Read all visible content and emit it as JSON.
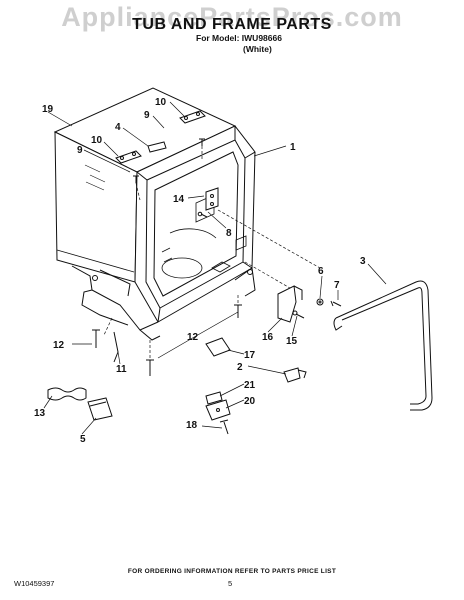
{
  "watermark": "AppliancePartsPros.com",
  "title": "TUB AND FRAME PARTS",
  "model_line": "For Model: IWU98666",
  "color_line": "(White)",
  "footer": "FOR ORDERING INFORMATION REFER TO PARTS PRICE LIST",
  "doc_number": "W10459397",
  "page_number": "5",
  "callouts": {
    "c1": "1",
    "c2": "2",
    "c3": "3",
    "c4": "4",
    "c5": "5",
    "c6": "6",
    "c7": "7",
    "c8": "8",
    "c9a": "9",
    "c9b": "9",
    "c10a": "10",
    "c10b": "10",
    "c11": "11",
    "c12a": "12",
    "c12b": "12",
    "c13": "13",
    "c14": "14",
    "c15": "15",
    "c16": "16",
    "c17": "17",
    "c18": "18",
    "c19": "19",
    "c20": "20",
    "c21": "21"
  }
}
